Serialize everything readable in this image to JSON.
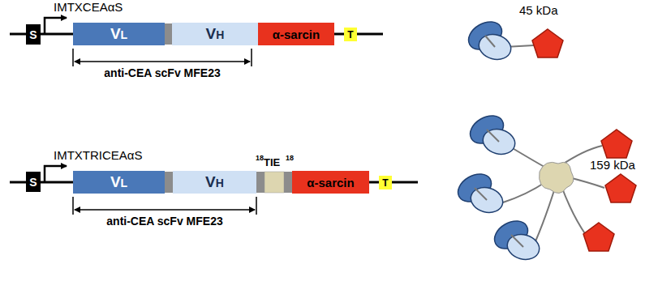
{
  "diagram": {
    "nodes": [
      {
        "text": [
          "S"
        ]
      },
      {
        "text": [
          "VL"
        ]
      },
      {
        "text": [
          "VH"
        ]
      },
      {
        "text": [
          "α-sarcin"
        ]
      },
      {
        "text": [
          "T"
        ]
      },
      {
        "text": [
          "S"
        ]
      },
      {
        "text": [
          "VL"
        ]
      },
      {
        "text": [
          "VH"
        ]
      },
      {
        "text": [
          "α-sarcin"
        ]
      },
      {
        "text": [
          "T"
        ]
      }
    ],
    "labels": [
      "IMTXCEAαS",
      "anti-CEA scFv MFE23",
      "45 kDa",
      "IMTXTRICEAαS",
      "18",
      "TIE",
      "18",
      "anti-CEA scFv MFE23",
      "159 kDa"
    ]
  }
}
